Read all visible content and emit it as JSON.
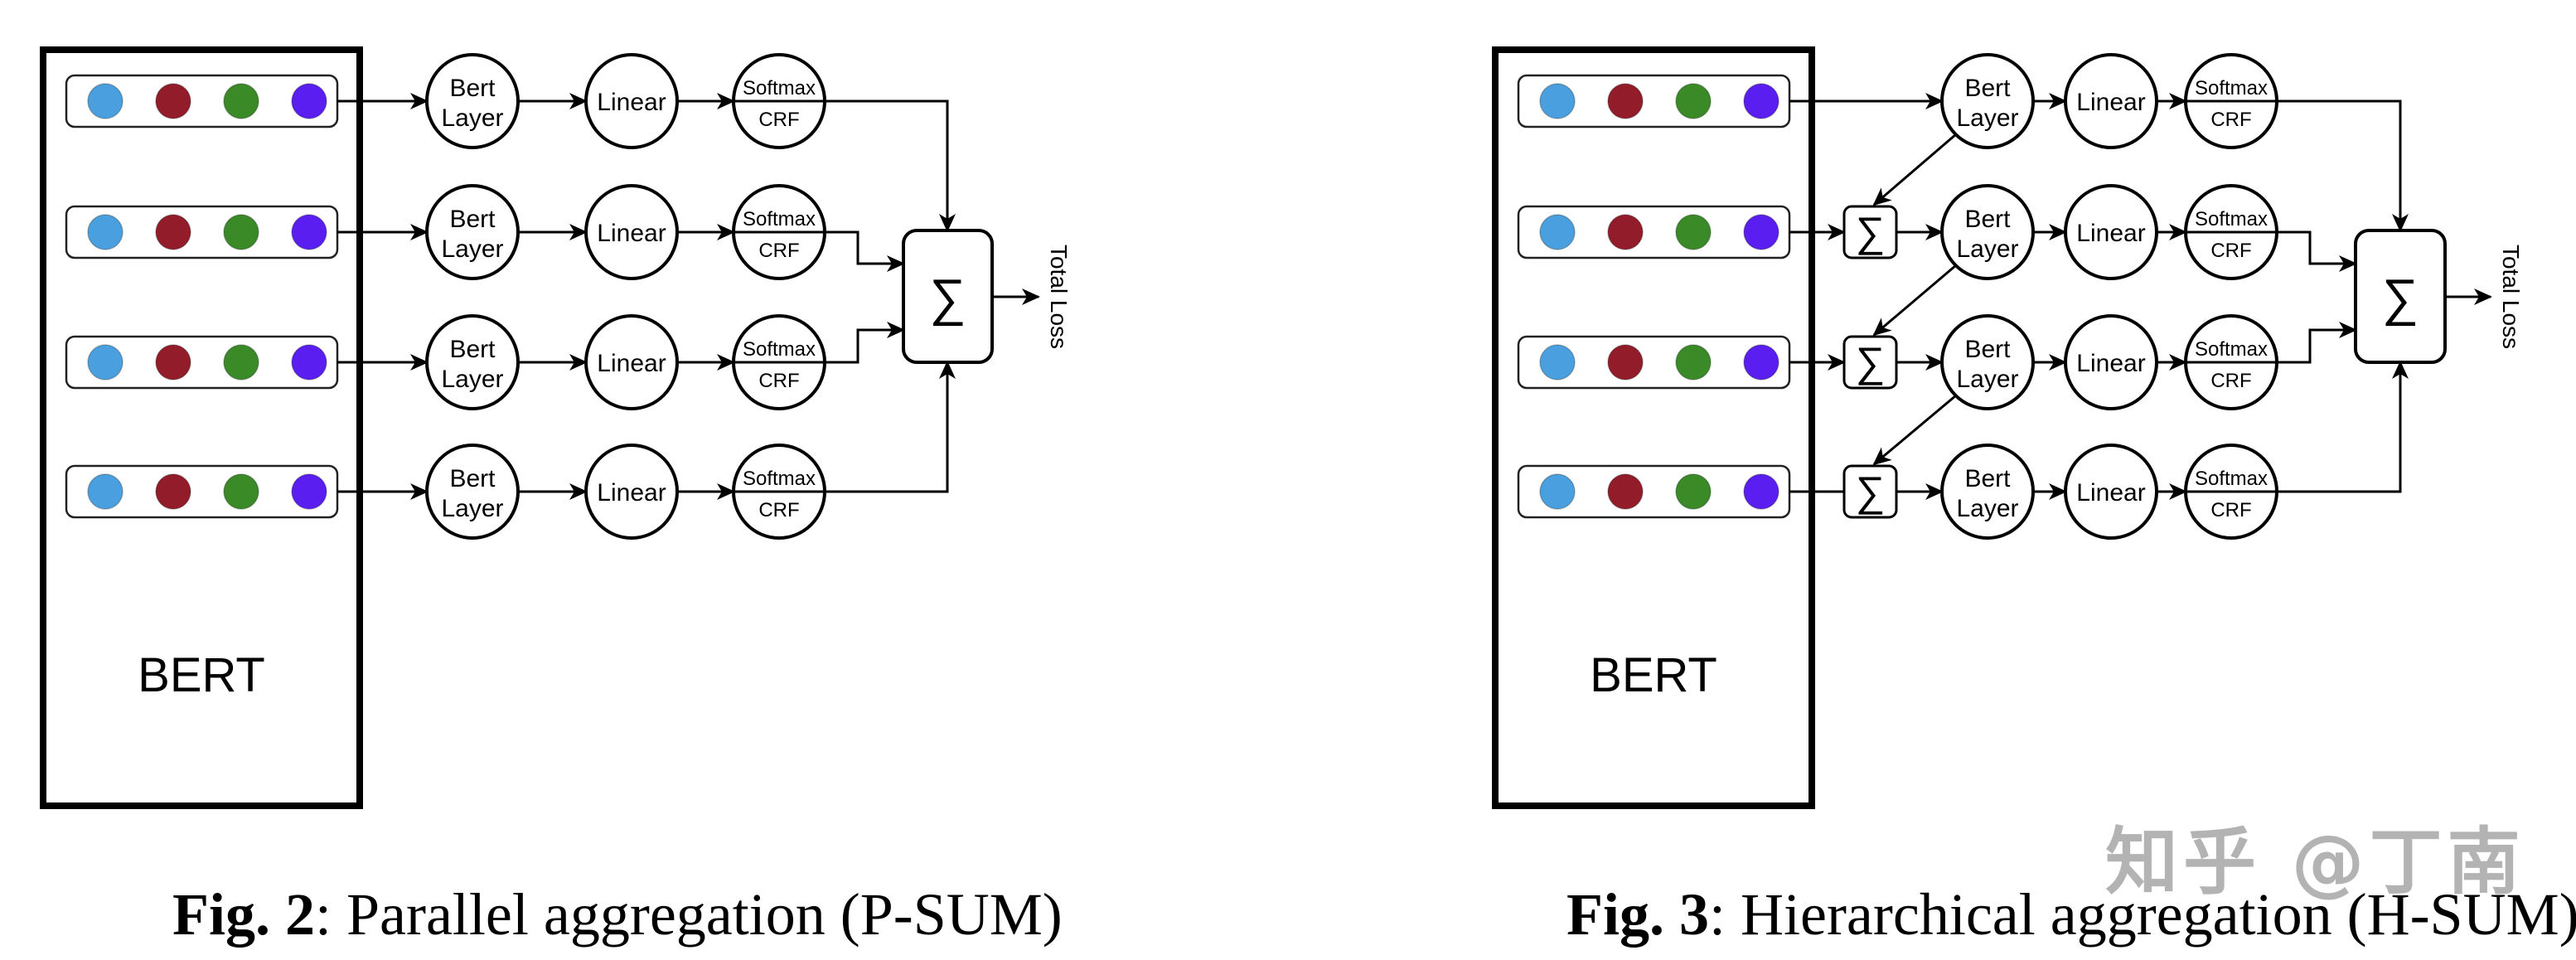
{
  "figures": [
    {
      "id": "fig2",
      "variant": "parallel",
      "encoder_label": "BERT",
      "token_colors": [
        "#4aa0de",
        "#921c2a",
        "#3a8a28",
        "#5a1ff0"
      ],
      "rows": 4,
      "pipeline": [
        {
          "name": "bert-layer",
          "lines": [
            "Bert",
            "Layer"
          ]
        },
        {
          "name": "linear",
          "lines": [
            "Linear"
          ]
        },
        {
          "name": "softmax-crf",
          "lines": [
            "Softmax",
            "CRF"
          ],
          "split": true
        }
      ],
      "aggregator_symbol": "∑",
      "output_label": "Total Loss",
      "caption": {
        "prefix": "Fig. 2",
        "text": ": Parallel aggregation (P-SUM)"
      }
    },
    {
      "id": "fig3",
      "variant": "hierarchical",
      "encoder_label": "BERT",
      "token_colors": [
        "#4aa0de",
        "#921c2a",
        "#3a8a28",
        "#5a1ff0"
      ],
      "rows": 4,
      "pipeline": [
        {
          "name": "bert-layer",
          "lines": [
            "Bert",
            "Layer"
          ]
        },
        {
          "name": "linear",
          "lines": [
            "Linear"
          ]
        },
        {
          "name": "softmax-crf",
          "lines": [
            "Softmax",
            "CRF"
          ],
          "split": true
        }
      ],
      "aggregator_symbol": "∑",
      "output_label": "Total Loss",
      "caption": {
        "prefix": "Fig. 3",
        "text": ": Hierarchical aggregation (H-SUM)"
      }
    }
  ],
  "watermark": "知乎 @丁南"
}
